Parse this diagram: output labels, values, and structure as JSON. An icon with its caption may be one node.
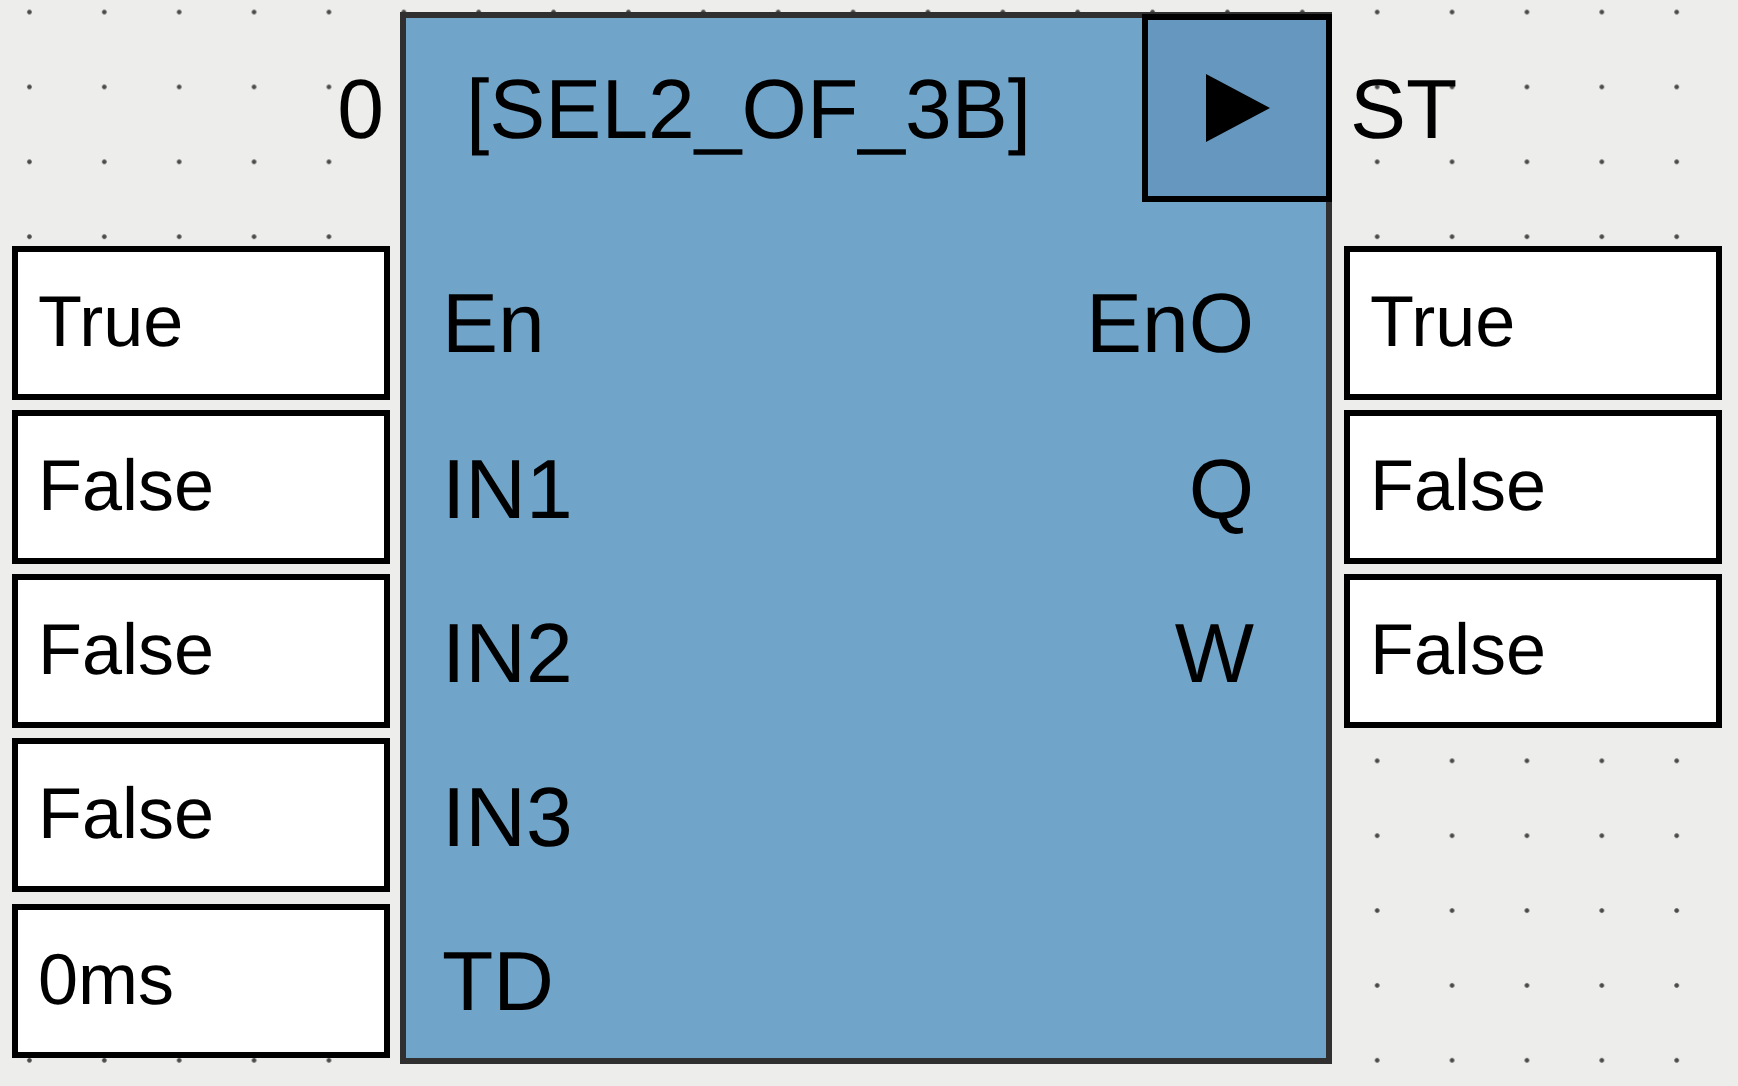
{
  "diagram": {
    "nodes": [
      {
        "text": [
          "[SEL2_OF_3B]",
          "En",
          "IN1",
          "IN2",
          "IN3",
          "TD",
          "EnO",
          "Q",
          "W"
        ],
        "beside": [
          "0",
          "ST"
        ]
      },
      {
        "text": [
          "True"
        ]
      },
      {
        "text": [
          "False"
        ]
      },
      {
        "text": [
          "False"
        ]
      },
      {
        "text": [
          "False"
        ]
      },
      {
        "text": [
          "0ms"
        ]
      },
      {
        "text": [
          "True"
        ]
      },
      {
        "text": [
          "False"
        ]
      },
      {
        "text": [
          "False"
        ]
      }
    ]
  }
}
